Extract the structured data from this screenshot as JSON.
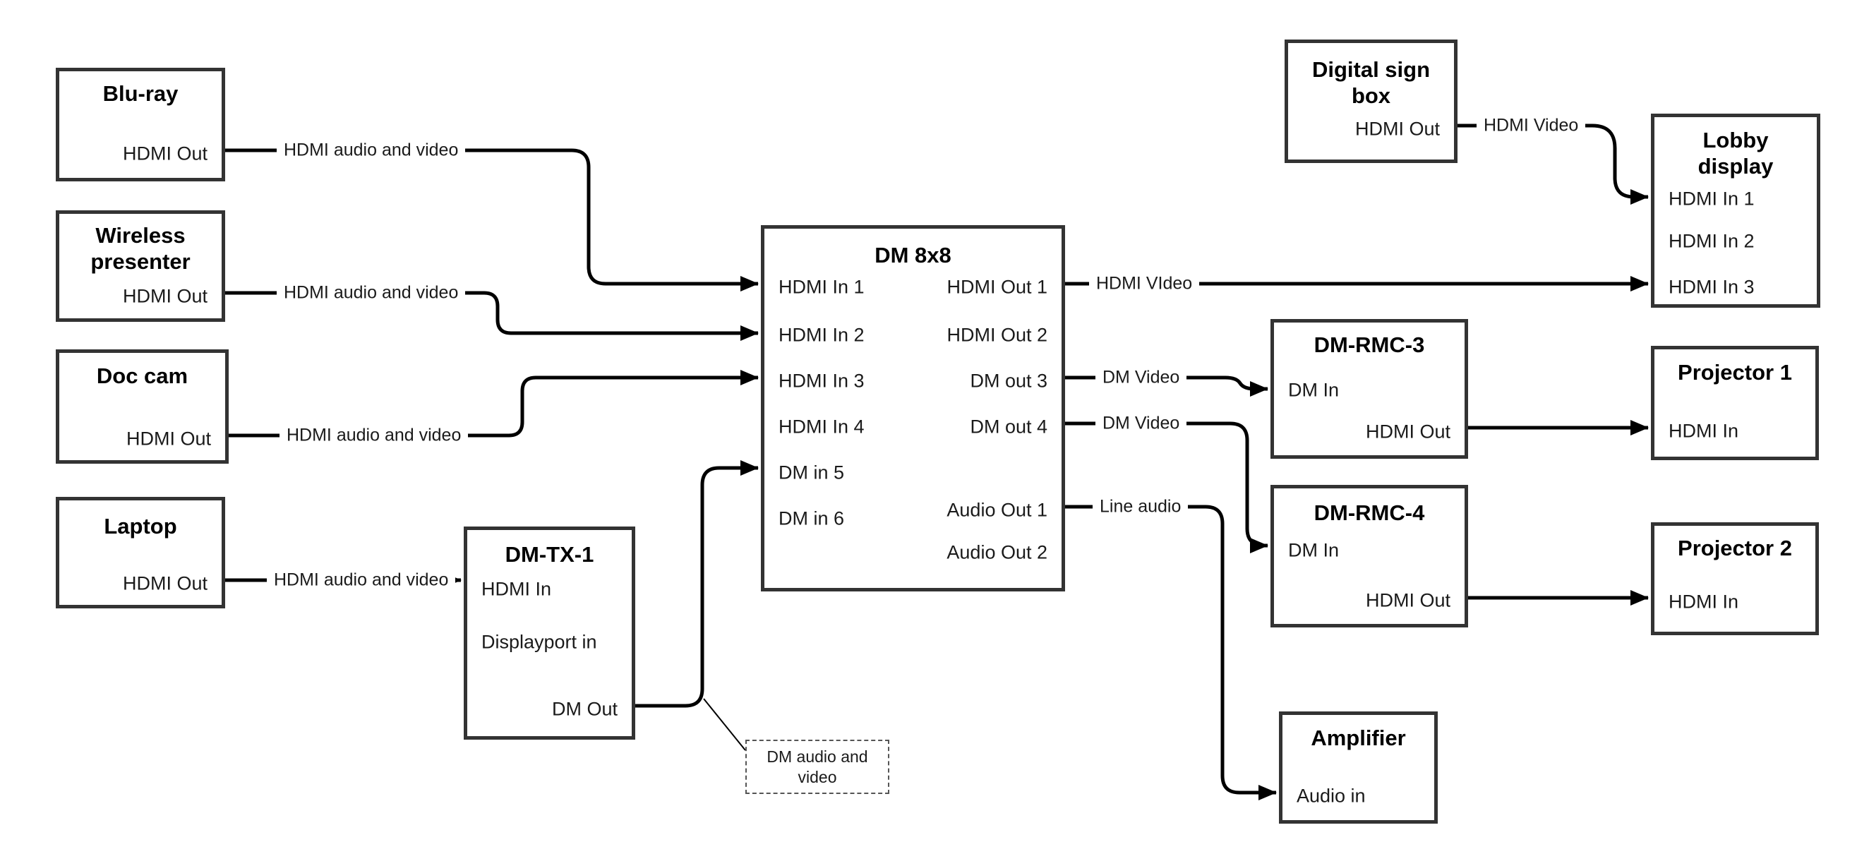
{
  "colors": {
    "background": "#ffffff",
    "wire": "#000000",
    "box_border": "#333333",
    "text": "#1a1a1a"
  },
  "nodes": {
    "bluray": {
      "title": "Blu-ray",
      "ports": {
        "hdmi_out": "HDMI Out"
      }
    },
    "wireless": {
      "title": "Wireless presenter",
      "ports": {
        "hdmi_out": "HDMI Out"
      }
    },
    "doc_cam": {
      "title": "Doc cam",
      "ports": {
        "hdmi_out": "HDMI Out"
      }
    },
    "laptop": {
      "title": "Laptop",
      "ports": {
        "hdmi_out": "HDMI Out"
      }
    },
    "dm_tx_1": {
      "title": "DM-TX-1",
      "ports": {
        "hdmi_in": "HDMI In",
        "displayport_in": "Displayport in",
        "dm_out": "DM Out"
      }
    },
    "dm_8x8": {
      "title": "DM 8x8",
      "ports": {
        "hdmi_in_1": "HDMI In 1",
        "hdmi_in_2": "HDMI In 2",
        "hdmi_in_3": "HDMI In 3",
        "hdmi_in_4": "HDMI In 4",
        "dm_in_5": "DM in 5",
        "dm_in_6": "DM in 6",
        "hdmi_out_1": "HDMI Out 1",
        "hdmi_out_2": "HDMI Out 2",
        "dm_out_3": "DM out 3",
        "dm_out_4": "DM out 4",
        "audio_out_1": "Audio Out 1",
        "audio_out_2": "Audio Out 2"
      }
    },
    "digital_sign_box": {
      "title": "Digital sign box",
      "ports": {
        "hdmi_out": "HDMI Out"
      }
    },
    "lobby_display": {
      "title": "Lobby display",
      "ports": {
        "hdmi_in_1": "HDMI In 1",
        "hdmi_in_2": "HDMI In 2",
        "hdmi_in_3": "HDMI In 3"
      }
    },
    "dm_rmc_3": {
      "title": "DM-RMC-3",
      "ports": {
        "dm_in": "DM In",
        "hdmi_out": "HDMI Out"
      }
    },
    "projector_1": {
      "title": "Projector 1",
      "ports": {
        "hdmi_in": "HDMI In"
      }
    },
    "dm_rmc_4": {
      "title": "DM-RMC-4",
      "ports": {
        "dm_in": "DM In",
        "hdmi_out": "HDMI Out"
      }
    },
    "projector_2": {
      "title": "Projector 2",
      "ports": {
        "hdmi_in": "HDMI In"
      }
    },
    "amplifier": {
      "title": "Amplifier",
      "ports": {
        "audio_in": "Audio in"
      }
    }
  },
  "edge_labels": {
    "bluray_to_dm8x8": "HDMI audio and video",
    "wireless_to_dm8x8": "HDMI audio and video",
    "doccam_to_dm8x8": "HDMI audio and video",
    "laptop_to_dmtx1": "HDMI audio and video",
    "dm8x8_out1_to_lobby": "HDMI VIdeo",
    "dm8x8_out3_to_rmc3": "DM Video",
    "dm8x8_out4_to_rmc4": "DM Video",
    "dm8x8_audio1_to_amp": "Line audio",
    "digital_sign_to_lobby": "HDMI Video",
    "dm_out_callout": "DM audio and video"
  }
}
